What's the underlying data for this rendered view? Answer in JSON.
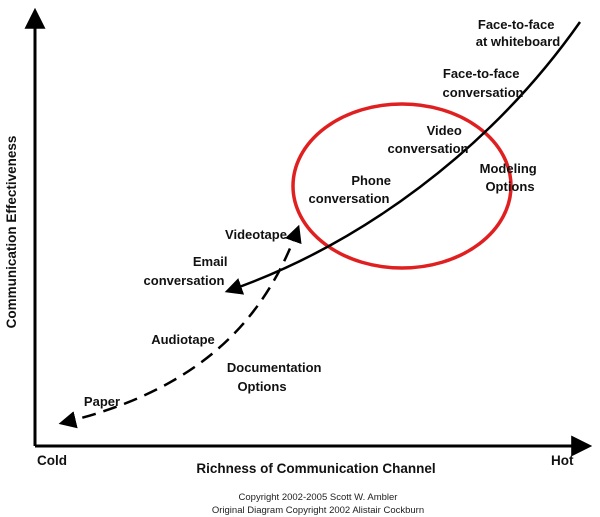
{
  "axes": {
    "y_title": "Communication Effectiveness",
    "x_title": "Richness of Communication Channel",
    "x_start": "Cold",
    "x_end": "Hot"
  },
  "labels": {
    "face_whiteboard": [
      "Face-to-face",
      "at whiteboard"
    ],
    "face_conversation": [
      "Face-to-face",
      "conversation"
    ],
    "video": [
      "Video",
      "conversation"
    ],
    "modeling": [
      "Modeling",
      "Options"
    ],
    "phone": [
      "Phone",
      "conversation"
    ],
    "videotape": "Videotape",
    "email": [
      "Email",
      "conversation"
    ],
    "audiotape": "Audiotape",
    "documentation": [
      "Documentation",
      "Options"
    ],
    "paper": "Paper"
  },
  "copyright": [
    "Copyright 2002-2005 Scott W. Ambler",
    "Original Diagram Copyright 2002 Alistair Cockburn"
  ],
  "colors": {
    "circle": "#e02020",
    "line": "#000000"
  }
}
